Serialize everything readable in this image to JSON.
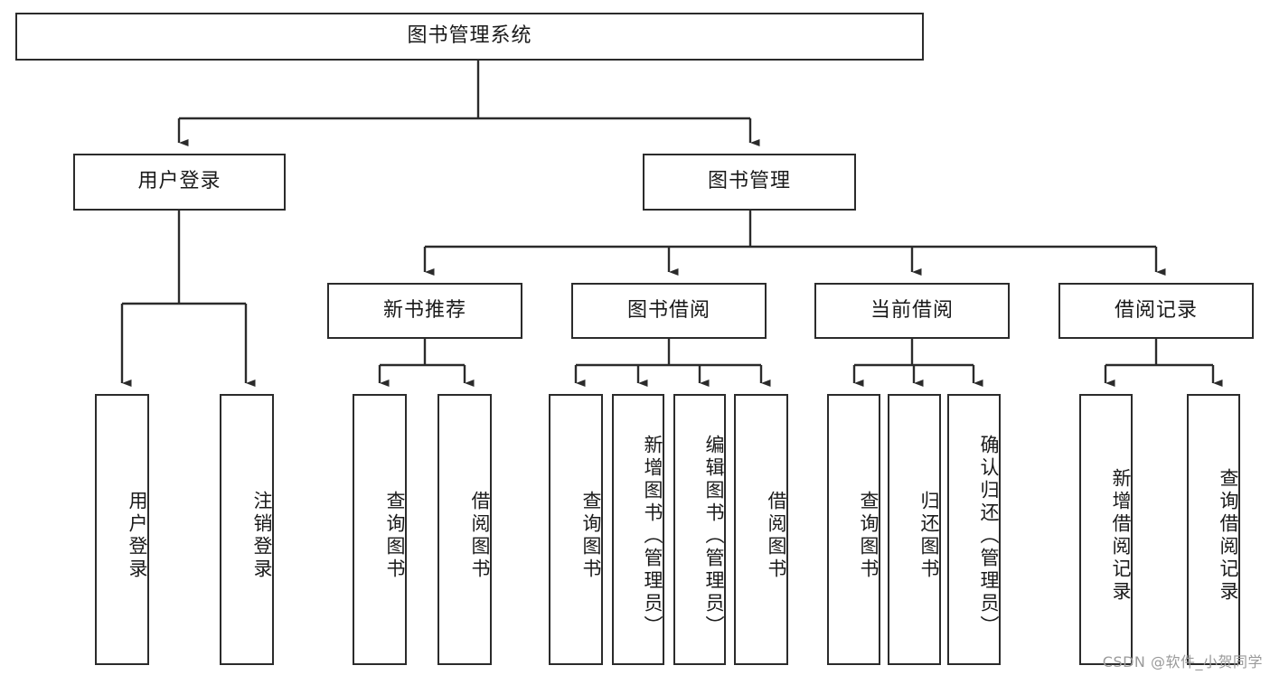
{
  "diagram": {
    "title": "图书管理系统",
    "type": "hierarchy-tree",
    "watermark": "CSDN @软件_小贺同学",
    "colors": {
      "box_border": "#2b2b2b",
      "box_fill": "#ffffff",
      "connector": "#2b2b2b",
      "text": "#1a1a1a",
      "watermark": "#9a9a9a"
    },
    "nodes": {
      "root": {
        "label": "图书管理系统"
      },
      "level2": [
        {
          "id": "user-login",
          "label": "用户登录"
        },
        {
          "id": "book-manage",
          "label": "图书管理"
        }
      ],
      "level3": [
        {
          "id": "new-book-recommend",
          "label": "新书推荐"
        },
        {
          "id": "book-borrow",
          "label": "图书借阅"
        },
        {
          "id": "current-borrow",
          "label": "当前借阅"
        },
        {
          "id": "borrow-record",
          "label": "借阅记录"
        }
      ],
      "leaves": {
        "user-login": [
          {
            "id": "leaf-user-login",
            "label": "用户登录"
          },
          {
            "id": "leaf-logout",
            "label": "注销登录"
          }
        ],
        "new-book-recommend": [
          {
            "id": "leaf-query-book-1",
            "label": "查询图书"
          },
          {
            "id": "leaf-borrow-book-1",
            "label": "借阅图书"
          }
        ],
        "book-borrow": [
          {
            "id": "leaf-query-book-2",
            "label": "查询图书"
          },
          {
            "id": "leaf-add-book",
            "label": "新增图书（管理员）"
          },
          {
            "id": "leaf-edit-book",
            "label": "编辑图书（管理员）"
          },
          {
            "id": "leaf-borrow-book-2",
            "label": "借阅图书"
          }
        ],
        "current-borrow": [
          {
            "id": "leaf-query-book-3",
            "label": "查询图书"
          },
          {
            "id": "leaf-return-book",
            "label": "归还图书"
          },
          {
            "id": "leaf-confirm-return",
            "label": "确认归还（管理员）"
          }
        ],
        "borrow-record": [
          {
            "id": "leaf-add-record",
            "label": "新增借阅记录"
          },
          {
            "id": "leaf-query-record",
            "label": "查询借阅记录"
          }
        ]
      }
    }
  }
}
